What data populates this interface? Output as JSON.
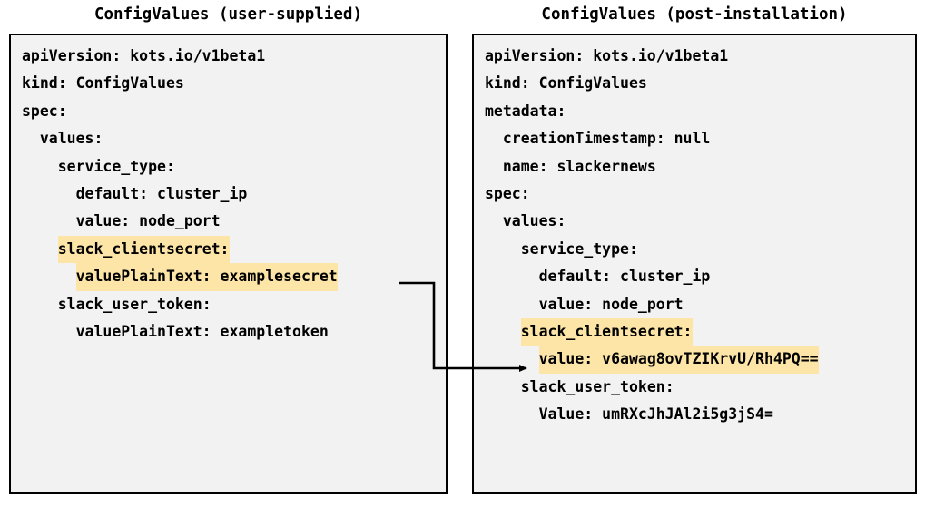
{
  "panels": {
    "left": {
      "title": "ConfigValues (user-supplied)",
      "lines": [
        {
          "text": "apiVersion: kots.io/v1beta1",
          "highlight": false
        },
        {
          "text": "kind: ConfigValues",
          "highlight": false
        },
        {
          "text": "spec:",
          "highlight": false
        },
        {
          "text": "  values:",
          "highlight": false
        },
        {
          "text": "    service_type:",
          "highlight": false
        },
        {
          "text": "      default: cluster_ip",
          "highlight": false
        },
        {
          "text": "      value: node_port",
          "highlight": false
        },
        {
          "text": "    slack_clientsecret:",
          "highlight": true
        },
        {
          "text": "      valuePlainText: examplesecret",
          "highlight": true
        },
        {
          "text": "    slack_user_token:",
          "highlight": false
        },
        {
          "text": "      valuePlainText: exampletoken",
          "highlight": false
        }
      ]
    },
    "right": {
      "title": "ConfigValues (post-installation)",
      "lines": [
        {
          "text": "apiVersion: kots.io/v1beta1",
          "highlight": false
        },
        {
          "text": "kind: ConfigValues",
          "highlight": false
        },
        {
          "text": "metadata:",
          "highlight": false
        },
        {
          "text": "  creationTimestamp: null",
          "highlight": false
        },
        {
          "text": "  name: slackernews",
          "highlight": false
        },
        {
          "text": "spec:",
          "highlight": false
        },
        {
          "text": "  values:",
          "highlight": false
        },
        {
          "text": "    service_type:",
          "highlight": false
        },
        {
          "text": "      default: cluster_ip",
          "highlight": false
        },
        {
          "text": "      value: node_port",
          "highlight": false
        },
        {
          "text": "    slack_clientsecret:",
          "highlight": true
        },
        {
          "text": "      value: v6awag8ovTZIKrvU/Rh4PQ==",
          "highlight": true
        },
        {
          "text": "    slack_user_token:",
          "highlight": false
        },
        {
          "text": "      Value: umRXcJhJAl2i5g3jS4=",
          "highlight": false
        }
      ]
    }
  },
  "connector": {
    "name": "secret-encryption-arrow",
    "from_line": "      valuePlainText: examplesecret",
    "to_line": "      value: v6awag8ovTZIKrvU/Rh4PQ==",
    "color": "#000000"
  },
  "colors": {
    "panel_background": "#f2f2f2",
    "panel_border": "#000000",
    "highlight": "#fde5a7",
    "text": "#000000",
    "page_background": "#ffffff"
  }
}
